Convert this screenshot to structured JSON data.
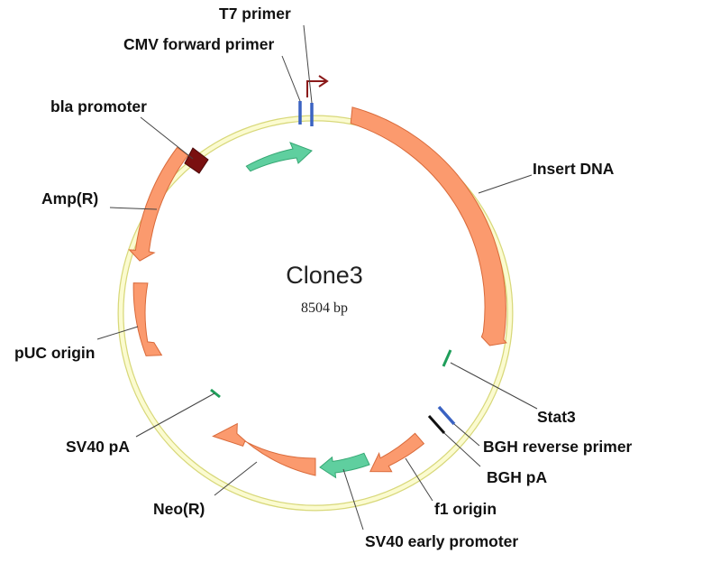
{
  "plasmid": {
    "name": "Clone3",
    "size_label": "8504 bp"
  },
  "colors": {
    "backbone_fill": "#fbfbd0",
    "backbone_stroke": "#d8d87a",
    "orange_fill": "#fb9a6e",
    "orange_stroke": "#d96a3a",
    "green_fill": "#5fcf9f",
    "green_stroke": "#36a874",
    "primer_blue": "#3a62c2",
    "feature_green": "#1f9e5a",
    "bgh_black": "#111111",
    "promoter_red": "#7a1010",
    "t7_arrow": "#8b1a1a"
  },
  "labels": {
    "t7_primer": "T7 primer",
    "cmv_forward_primer": "CMV forward primer",
    "bla_promoter": "bla promoter",
    "insert_dna": "Insert DNA",
    "amp_r": "Amp(R)",
    "puc_origin": "pUC origin",
    "stat3": "Stat3",
    "bgh_reverse_primer": "BGH reverse primer",
    "sv40_pa": "SV40 pA",
    "bgh_pa": "BGH pA",
    "neo_r": "Neo(R)",
    "f1_origin": "f1 origin",
    "sv40_early_promoter": "SV40 early promoter"
  }
}
